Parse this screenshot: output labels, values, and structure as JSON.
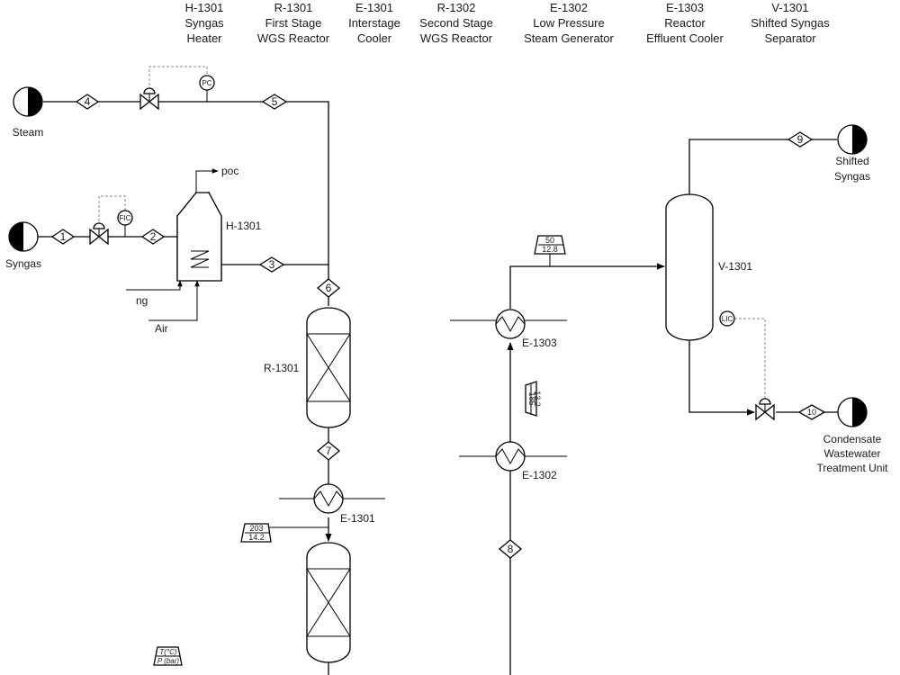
{
  "equipment_list": [
    {
      "tag": "H-1301",
      "line1": "Syngas",
      "line2": "Heater"
    },
    {
      "tag": "R-1301",
      "line1": "First Stage",
      "line2": "WGS Reactor"
    },
    {
      "tag": "E-1301",
      "line1": "Interstage",
      "line2": "Cooler"
    },
    {
      "tag": "R-1302",
      "line1": "Second Stage",
      "line2": "WGS Reactor"
    },
    {
      "tag": "E-1302",
      "line1": "Low Pressure",
      "line2": "Steam Generator"
    },
    {
      "tag": "E-1303",
      "line1": "Reactor",
      "line2": "Effluent Cooler"
    },
    {
      "tag": "V-1301",
      "line1": "Shifted Syngas",
      "line2": "Separator"
    }
  ],
  "terminals": {
    "steam": "Steam",
    "syngas": "Syngas",
    "shifted_1": "Shifted",
    "shifted_2": "Syngas",
    "condensate_1": "Condensate",
    "condensate_2": "Wastewater",
    "condensate_3": "Treatment Unit"
  },
  "utilities": {
    "poc": "poc",
    "ng": "ng",
    "air": "Air"
  },
  "equipment_tags": {
    "heater": "H-1301",
    "reactor1": "R-1301",
    "cooler1": "E-1301",
    "cooler2": "E-1302",
    "cooler3": "E-1303",
    "separator": "V-1301"
  },
  "stream_numbers": [
    "1",
    "2",
    "3",
    "4",
    "5",
    "6",
    "7",
    "8",
    "9",
    "10"
  ],
  "instruments": {
    "pc": "PC",
    "fic": "FIC",
    "lic": "LIC"
  },
  "conditions": [
    {
      "id": "after-e1301",
      "T": "203",
      "P": "14.2"
    },
    {
      "id": "after-e1302",
      "T": "185",
      "P": "13.2"
    },
    {
      "id": "after-e1303",
      "T": "50",
      "P": "12.8"
    }
  ],
  "legend": {
    "T": "T(°C)",
    "P": "P (bar)"
  }
}
